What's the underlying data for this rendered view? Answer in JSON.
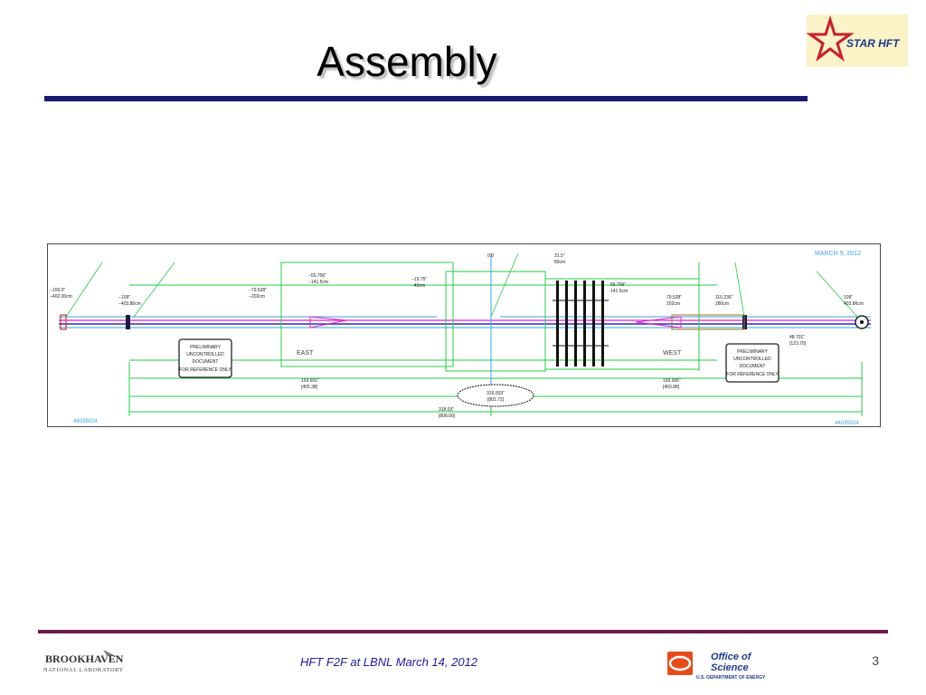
{
  "slide": {
    "title": "Assembly",
    "page_number": "3",
    "footer": "HFT F2F at LBNL March 14, 2012"
  },
  "logos": {
    "star_hft": "STAR HFT",
    "bnl_name": "BROOKHAVEN",
    "bnl_sub": "NATIONAL LABORATORY",
    "doe_line1": "Office of",
    "doe_line2": "Science",
    "doe_sub": "U.S. DEPARTMENT OF ENERGY"
  },
  "drawing": {
    "date": "MARCH 9, 2012",
    "drawing_number_left": "44035024",
    "drawing_number_right": "44035024",
    "east_label": "EAST",
    "west_label": "WEST",
    "stamp_text": [
      "PRELIMINARY",
      "UNCONTROLLED",
      "DOCUMENT"
    ],
    "stamp_note": "FOR REFERENCE ONLY",
    "dims": {
      "d_left_outer": [
        "−159.0\"",
        "−402.00cm"
      ],
      "d_left_109": [
        "−109\"",
        "−403.86cm"
      ],
      "d_mid_left_1": [
        "−79.528\"",
        "−202cm"
      ],
      "d_mid_left_2": [
        "−55.706\"",
        "−141.5cm"
      ],
      "d_mid_left_3": [
        "−15.75\"",
        "−40cm"
      ],
      "d_zero": "0.0",
      "d_right_1": [
        "31.5\"",
        "80cm"
      ],
      "d_right_2": [
        "55.706\"",
        "141.5cm"
      ],
      "d_right_3": [
        "79.528\"",
        "202cm"
      ],
      "d_right_4": [
        "110.236\"",
        "280cm"
      ],
      "d_right_109": [
        "109\"",
        "403.86cm"
      ],
      "span_left": [
        "159.601\"",
        "[405.38]"
      ],
      "span_right": [
        "159.006\"",
        "[403.88]"
      ],
      "span_center": [
        "316.003\"",
        "[802.72]"
      ],
      "span_total": [
        "318.03\"",
        "[808.00]"
      ],
      "d_right_small": [
        "48.701\"",
        "[123.70]"
      ]
    }
  }
}
